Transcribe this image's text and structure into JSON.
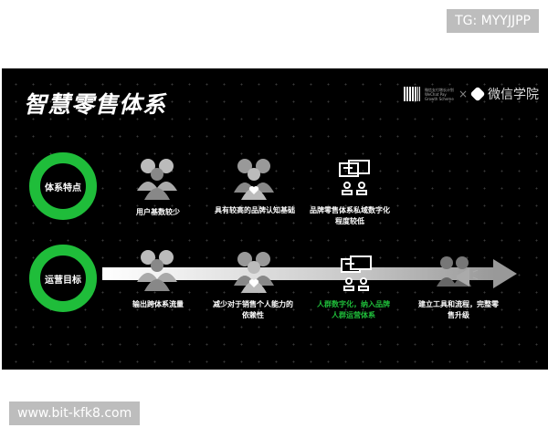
{
  "watermarks": {
    "top": "TG: MYYJJPP",
    "bottom": "www.bit-kfk8.com"
  },
  "slide": {
    "title": "智慧零售体系",
    "logo": {
      "pay_cn": "微信支付增长计划",
      "pay_line1": "WeChat Pay",
      "pay_line2": "Growth Scheme",
      "separator": "×",
      "academy": "微信学院"
    },
    "rows": [
      {
        "label": "体系特点",
        "items": [
          "用户基数较少",
          "具有较高的品牌认知基础",
          "品牌零售体系私域数字化程度较低"
        ]
      },
      {
        "label": "运营目标",
        "items": [
          "输出跨体系流量",
          "减少对于销售个人能力的依赖性",
          "人群数字化，纳入品牌人群运营体系",
          "建立工具和流程，完整零售升级"
        ]
      }
    ],
    "colors": {
      "accent": "#1fbd3a",
      "background": "#000000"
    }
  }
}
